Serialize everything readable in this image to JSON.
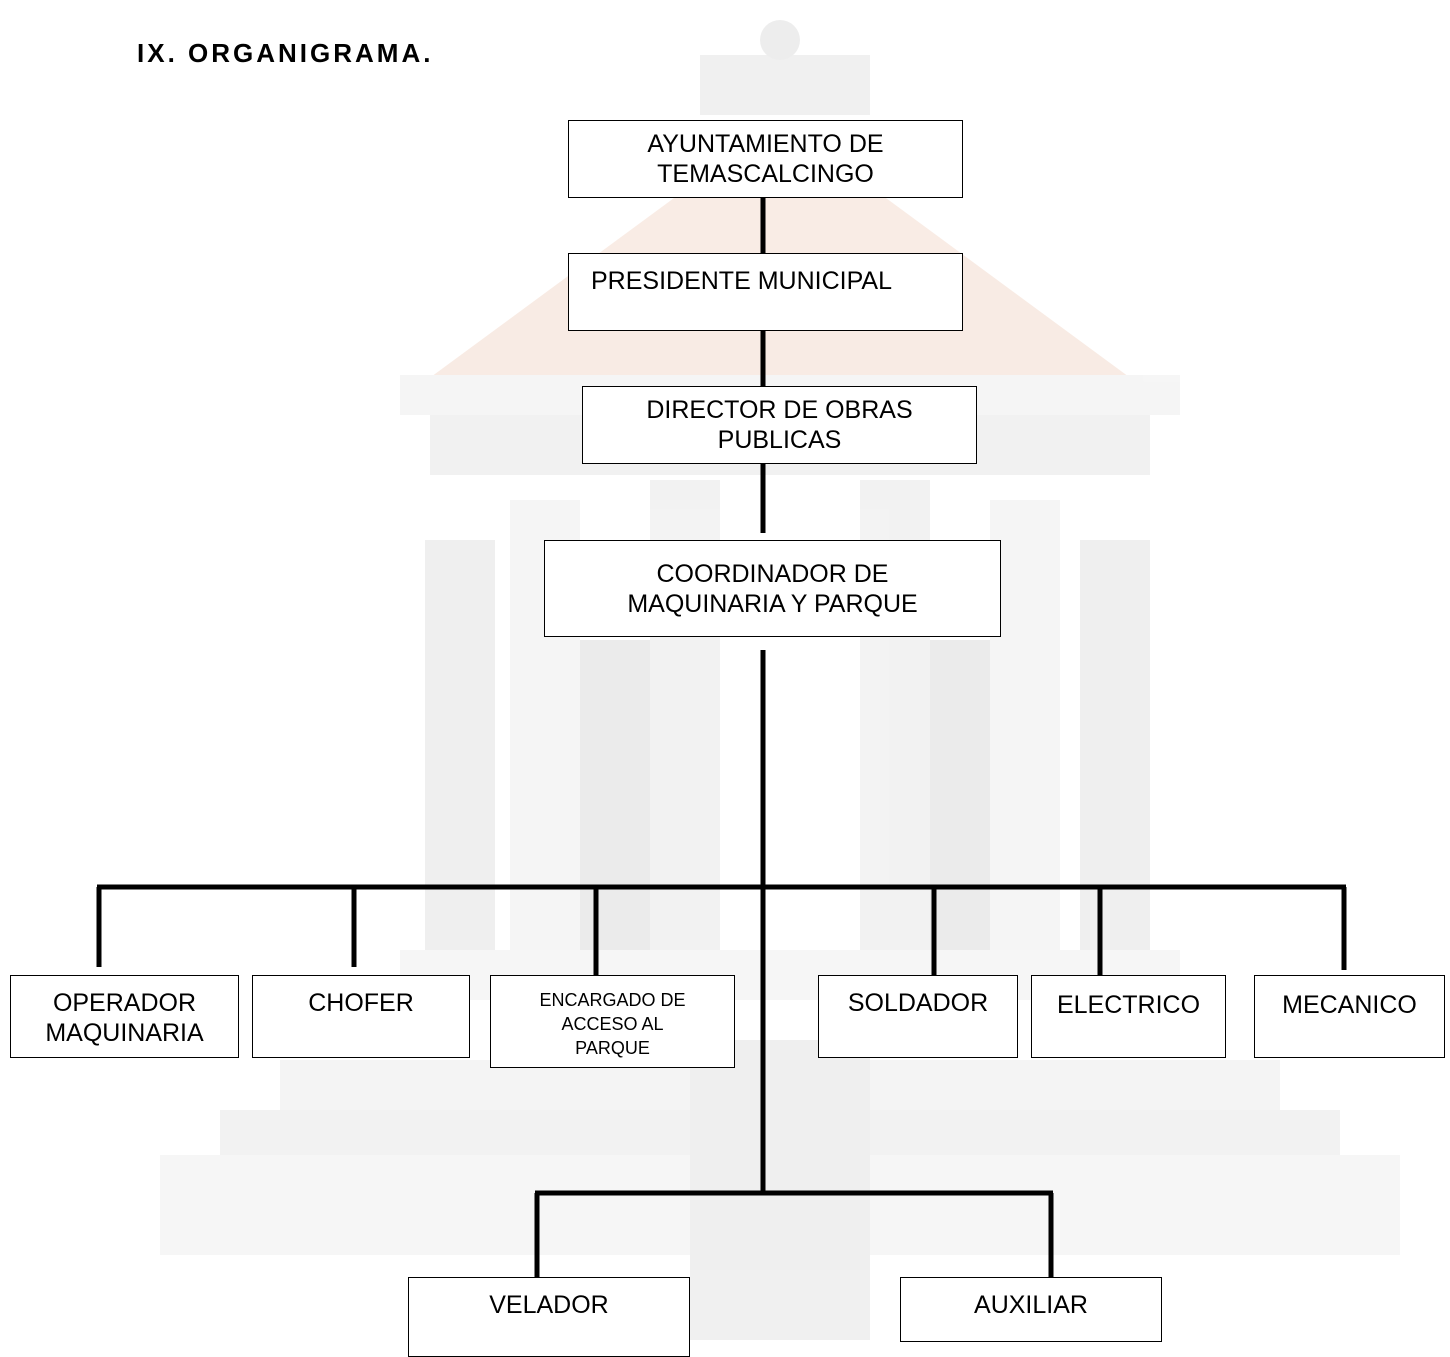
{
  "page_title": "IX. ORGANIGRAMA.",
  "org": {
    "root": "AYUNTAMIENTO DE\nTEMASCALCINGO",
    "president": "PRESIDENTE MUNICIPAL",
    "director": "DIRECTOR DE OBRAS\nPUBLICAS",
    "coordinator": "COORDINADOR DE\nMAQUINARIA Y PARQUE",
    "staff": [
      "OPERADOR\nMAQUINARIA",
      "CHOFER",
      "ENCARGADO DE\nACCESO AL\nPARQUE",
      "SOLDADOR",
      "ELECTRICO",
      "MECANICO"
    ],
    "bottom": [
      "VELADOR",
      "AUXILIAR"
    ]
  },
  "colors": {
    "lines": "#000000",
    "watermark_roof": "#f4dccf",
    "watermark_stone": "#e9e9e9"
  }
}
